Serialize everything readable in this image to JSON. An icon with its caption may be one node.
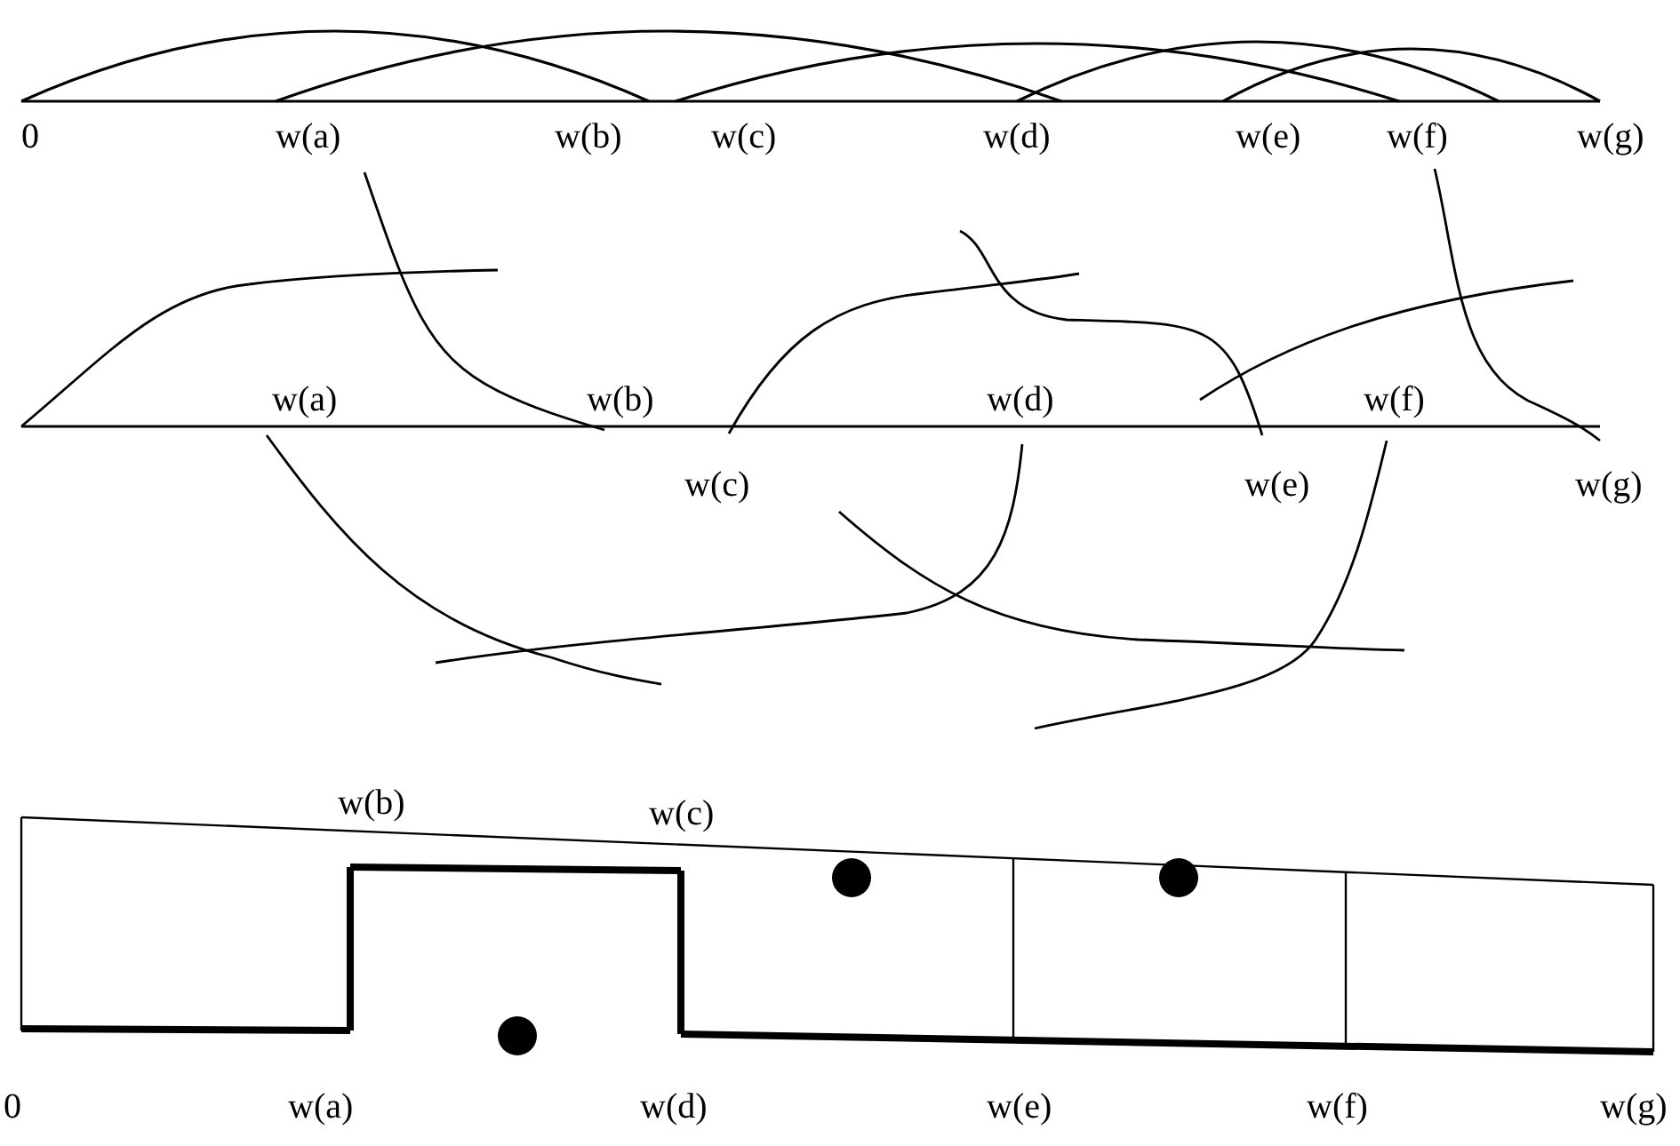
{
  "diagram": {
    "labels": [
      "0",
      "w(a)",
      "w(b)",
      "w(c)",
      "w(d)",
      "w(e)",
      "w(f)",
      "w(g)",
      "w(a)",
      "w(b)",
      "w(d)",
      "w(f)",
      "w(c)",
      "w(e)",
      "w(g)",
      "w(b)",
      "w(c)",
      "0",
      "w(a)",
      "w(d)",
      "w(e)",
      "w(f)",
      "w(g)"
    ]
  }
}
